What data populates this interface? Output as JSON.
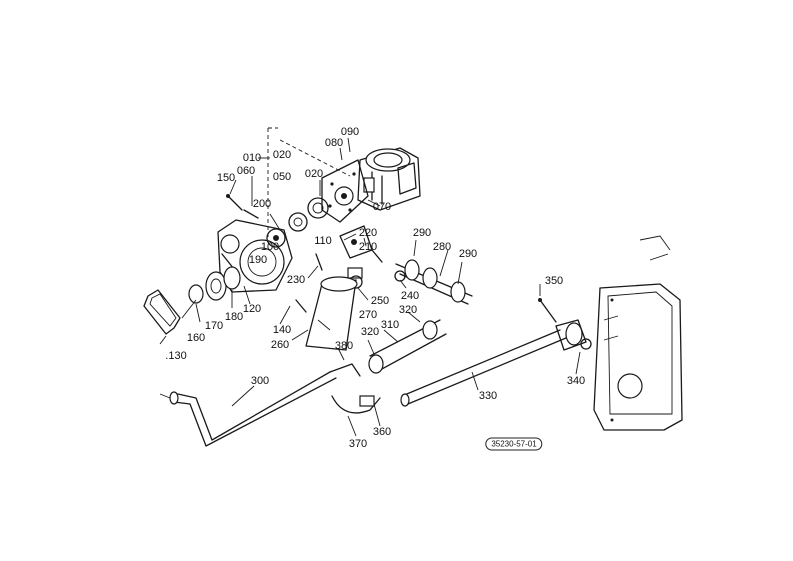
{
  "diagram": {
    "part_labels": {
      "p010": "010",
      "p020a": "020",
      "p050": "050",
      "p020b": "020",
      "p080": "080",
      "p090": "090",
      "p070": "070",
      "p150": "150",
      "p060": "060",
      "p200": "200",
      "p100": "100",
      "p190": "190",
      "p110": "110",
      "p220": "220",
      "p210": "210",
      "p290a": "290",
      "p280": "280",
      "p290b": "290",
      "p230": "230",
      "p240": "240",
      "p250": "250",
      "p320a": "320",
      "p320b": "320",
      "p310": "310",
      "p350": "350",
      "p140": "140",
      "p270": "270",
      "p260": "260",
      "p380": "380",
      "p170": "170",
      "p180": "180",
      "p120": "120",
      "p160": "160",
      "p130": ".130",
      "p300": "300",
      "p330": "330",
      "p340": "340",
      "p370": "370",
      "p360": "360"
    },
    "reference_code": "35230-57-01"
  }
}
